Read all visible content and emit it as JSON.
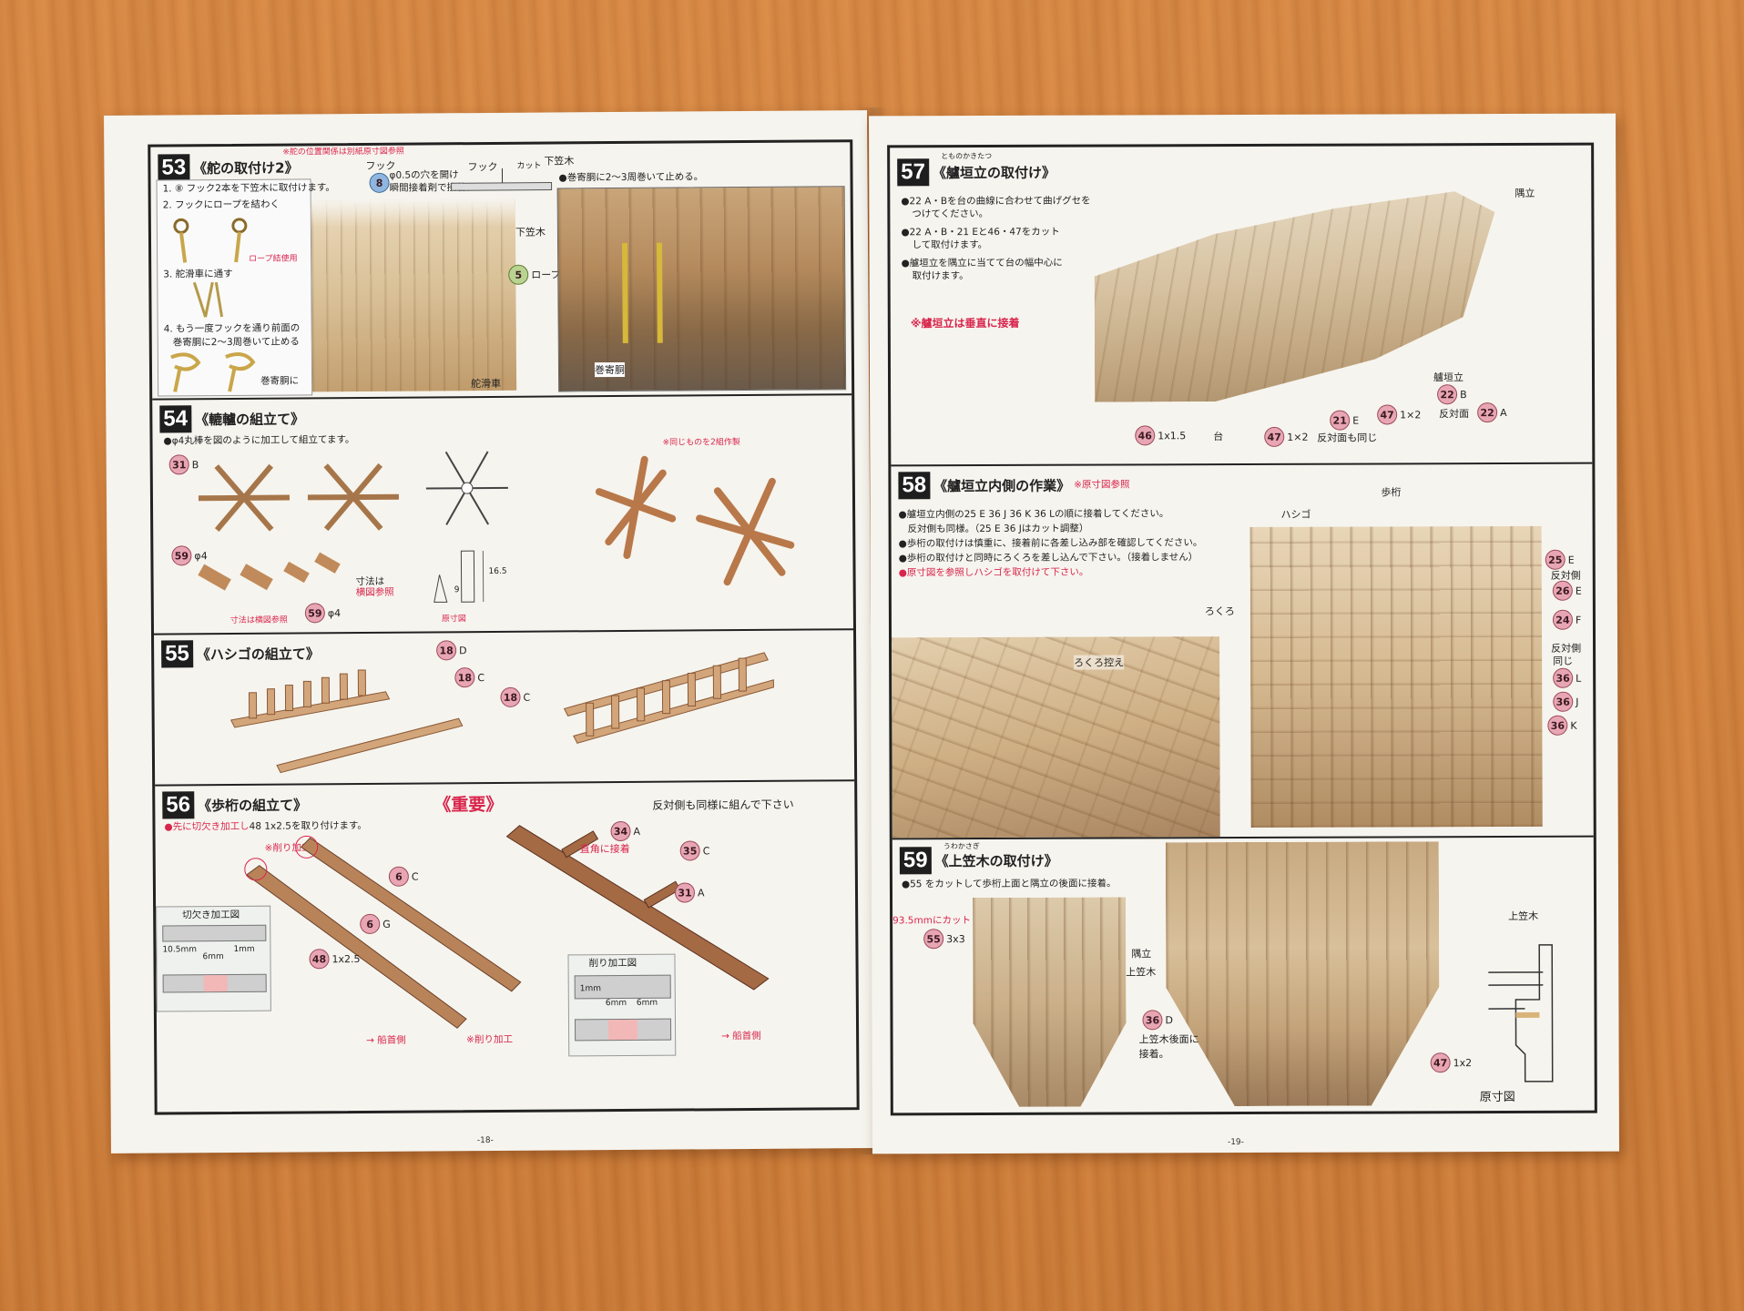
{
  "left_page": {
    "page_number": "-18-",
    "step53": {
      "number": "53",
      "title": "《舵の取付け2》",
      "top_note": "※舵の位置関係は別紙原寸図参照",
      "instructions": [
        "1. ⑧ フック2本を下笠木に取付けます。",
        "2. フックにロープを結わく",
        "3. 舵滑車に通す",
        "4. もう一度フックを通り前面の",
        "巻寄胴に2～3周巻いて止める"
      ],
      "rope_note": "ロープ結使用",
      "hook_label": "フック",
      "hook_badge": "8",
      "hook_note": "φ0.5の穴を開け",
      "hook_note2": "瞬間接着剤で接着。",
      "cut_hook": "フック",
      "cut_label": "カット",
      "shimo_kasagi": "下笠木",
      "shimo_kasagi2": "下笠木",
      "rope_badge": "5",
      "rope_label": "ロープ細",
      "rudder_pulley": "舵滑車",
      "winch_note": "●巻寄胴に2～3周巻いて止める。",
      "winch_label": "巻寄胴",
      "winch_small": "巻寄胴に"
    },
    "step54": {
      "number": "54",
      "title": "《轆轤の組立て》",
      "instruction": "●φ4丸棒を図のように加工して組立てます。",
      "same_note": "※同じものを2組作製",
      "badge31": "31",
      "label31": "B",
      "badge59a": "59",
      "label59a": "φ4",
      "badge59b": "59",
      "label59b": "φ4",
      "dim_note": "寸法は",
      "dim_note_red": "横図参照",
      "dim_note2": "寸法は横図参照",
      "orig_label": "原寸図",
      "dim_9": "9",
      "dim_165": "16.5"
    },
    "step55": {
      "number": "55",
      "title": "《ハシゴの組立て》",
      "part_d_badge": "18",
      "part_d": "D",
      "part_c1_badge": "18",
      "part_c1": "C",
      "part_c2_badge": "18",
      "part_c2": "C"
    },
    "step56": {
      "number": "56",
      "title": "《歩桁の組立て》",
      "important": "《重要》",
      "other_side": "反対側も同様に組んで下さい",
      "instruction_red": "●先に切欠き加工し",
      "instruction_tail": "48 1x2.5を取り付けます。",
      "shave1": "※削り加工",
      "shave2": "※削り加工",
      "notch_title": "切欠き加工図",
      "notch_105": "10.5mm",
      "notch_6": "6mm",
      "notch_1": "1mm",
      "shave_title": "削り加工図",
      "shave_1": "1mm",
      "shave_6a": "6mm",
      "shave_6b": "6mm",
      "part6c_badge": "6",
      "part6c": "C",
      "part6g_badge": "6",
      "part6g": "G",
      "part48_badge": "48",
      "part48": "1x2.5",
      "part34_badge": "34",
      "part34": "A",
      "part35_badge": "35",
      "part35": "C",
      "part31_badge": "31",
      "part31": "A",
      "right_angle": "直角に接着",
      "bow1": "→ 船首側",
      "bow2": "→ 船首側"
    }
  },
  "right_page": {
    "page_number": "-19-",
    "step57": {
      "number": "57",
      "title": "《艫垣立の取付け》",
      "ruby": "とものかきたつ",
      "lines": [
        "●22 A・Bを台の曲線に合わせて曲げグセを",
        "つけてください。",
        "●22 A・B・21 Eと46・47をカット",
        "して取付けます。",
        "●艫垣立を隅立に当てて台の幅中心に",
        "取付けます。"
      ],
      "warning": "※艫垣立は垂直に接着",
      "sumitate": "隅立",
      "p22b_badge": "22",
      "p22b": "B",
      "kakitate": "艫垣立",
      "hantai": "反対面",
      "p22a_badge": "22",
      "p22a": "A",
      "p46_badge": "46",
      "p46": "1x1.5",
      "dai": "台",
      "p47a_badge": "47",
      "p47a": "1×2",
      "p21_badge": "21",
      "p21": "E",
      "p47b_badge": "47",
      "p47b": "1×2",
      "same_side": "反対面も同じ"
    },
    "step58": {
      "number": "58",
      "title": "《艫垣立内側の作業》",
      "ref": "※原寸図参照",
      "lines": [
        "●艫垣立内側の25 E 36 J 36 K 36 Lの順に接着してください。",
        "反対側も同様。（25 E 36 Jはカット調整）",
        "●歩桁の取付けは慎重に、接着前に各差し込み部を確認してください。",
        "●歩桁の取付けと同時にろくろを差し込んで下さい。（接着しません）",
        "●原寸図を参照しハシゴを取付けて下さい。"
      ],
      "hogeta": "歩桁",
      "hashigo": "ハシゴ",
      "rokuro": "ろくろ",
      "rokuro_hikae": "ろくろ控え",
      "p25_badge": "25",
      "p25": "E",
      "opp1": "反対側",
      "p26_badge": "26",
      "p26": "E",
      "p24_badge": "24",
      "p24": "F",
      "opp2": "反対側",
      "opp3": "同じ",
      "p36l_badge": "36",
      "p36l": "L",
      "p36j_badge": "36",
      "p36j": "J",
      "p36k_badge": "36",
      "p36k": "K"
    },
    "step59": {
      "number": "59",
      "title": "《上笠木の取付け》",
      "ruby": "うわかさぎ",
      "instruction": "●55 をカットして歩桁上面と隅立の後面に接着。",
      "cut_note": "93.5mmにカット",
      "p55_badge": "55",
      "p55": "3x3",
      "sumitate": "隅立",
      "uwakasagi": "上笠木",
      "p36_badge": "36",
      "p36": "D",
      "rear_note1": "上笠木後面に",
      "rear_note2": "接着。",
      "uwakasagi2": "上笠木",
      "p47_badge": "47",
      "p47": "1x2",
      "gensun": "原寸図"
    }
  }
}
